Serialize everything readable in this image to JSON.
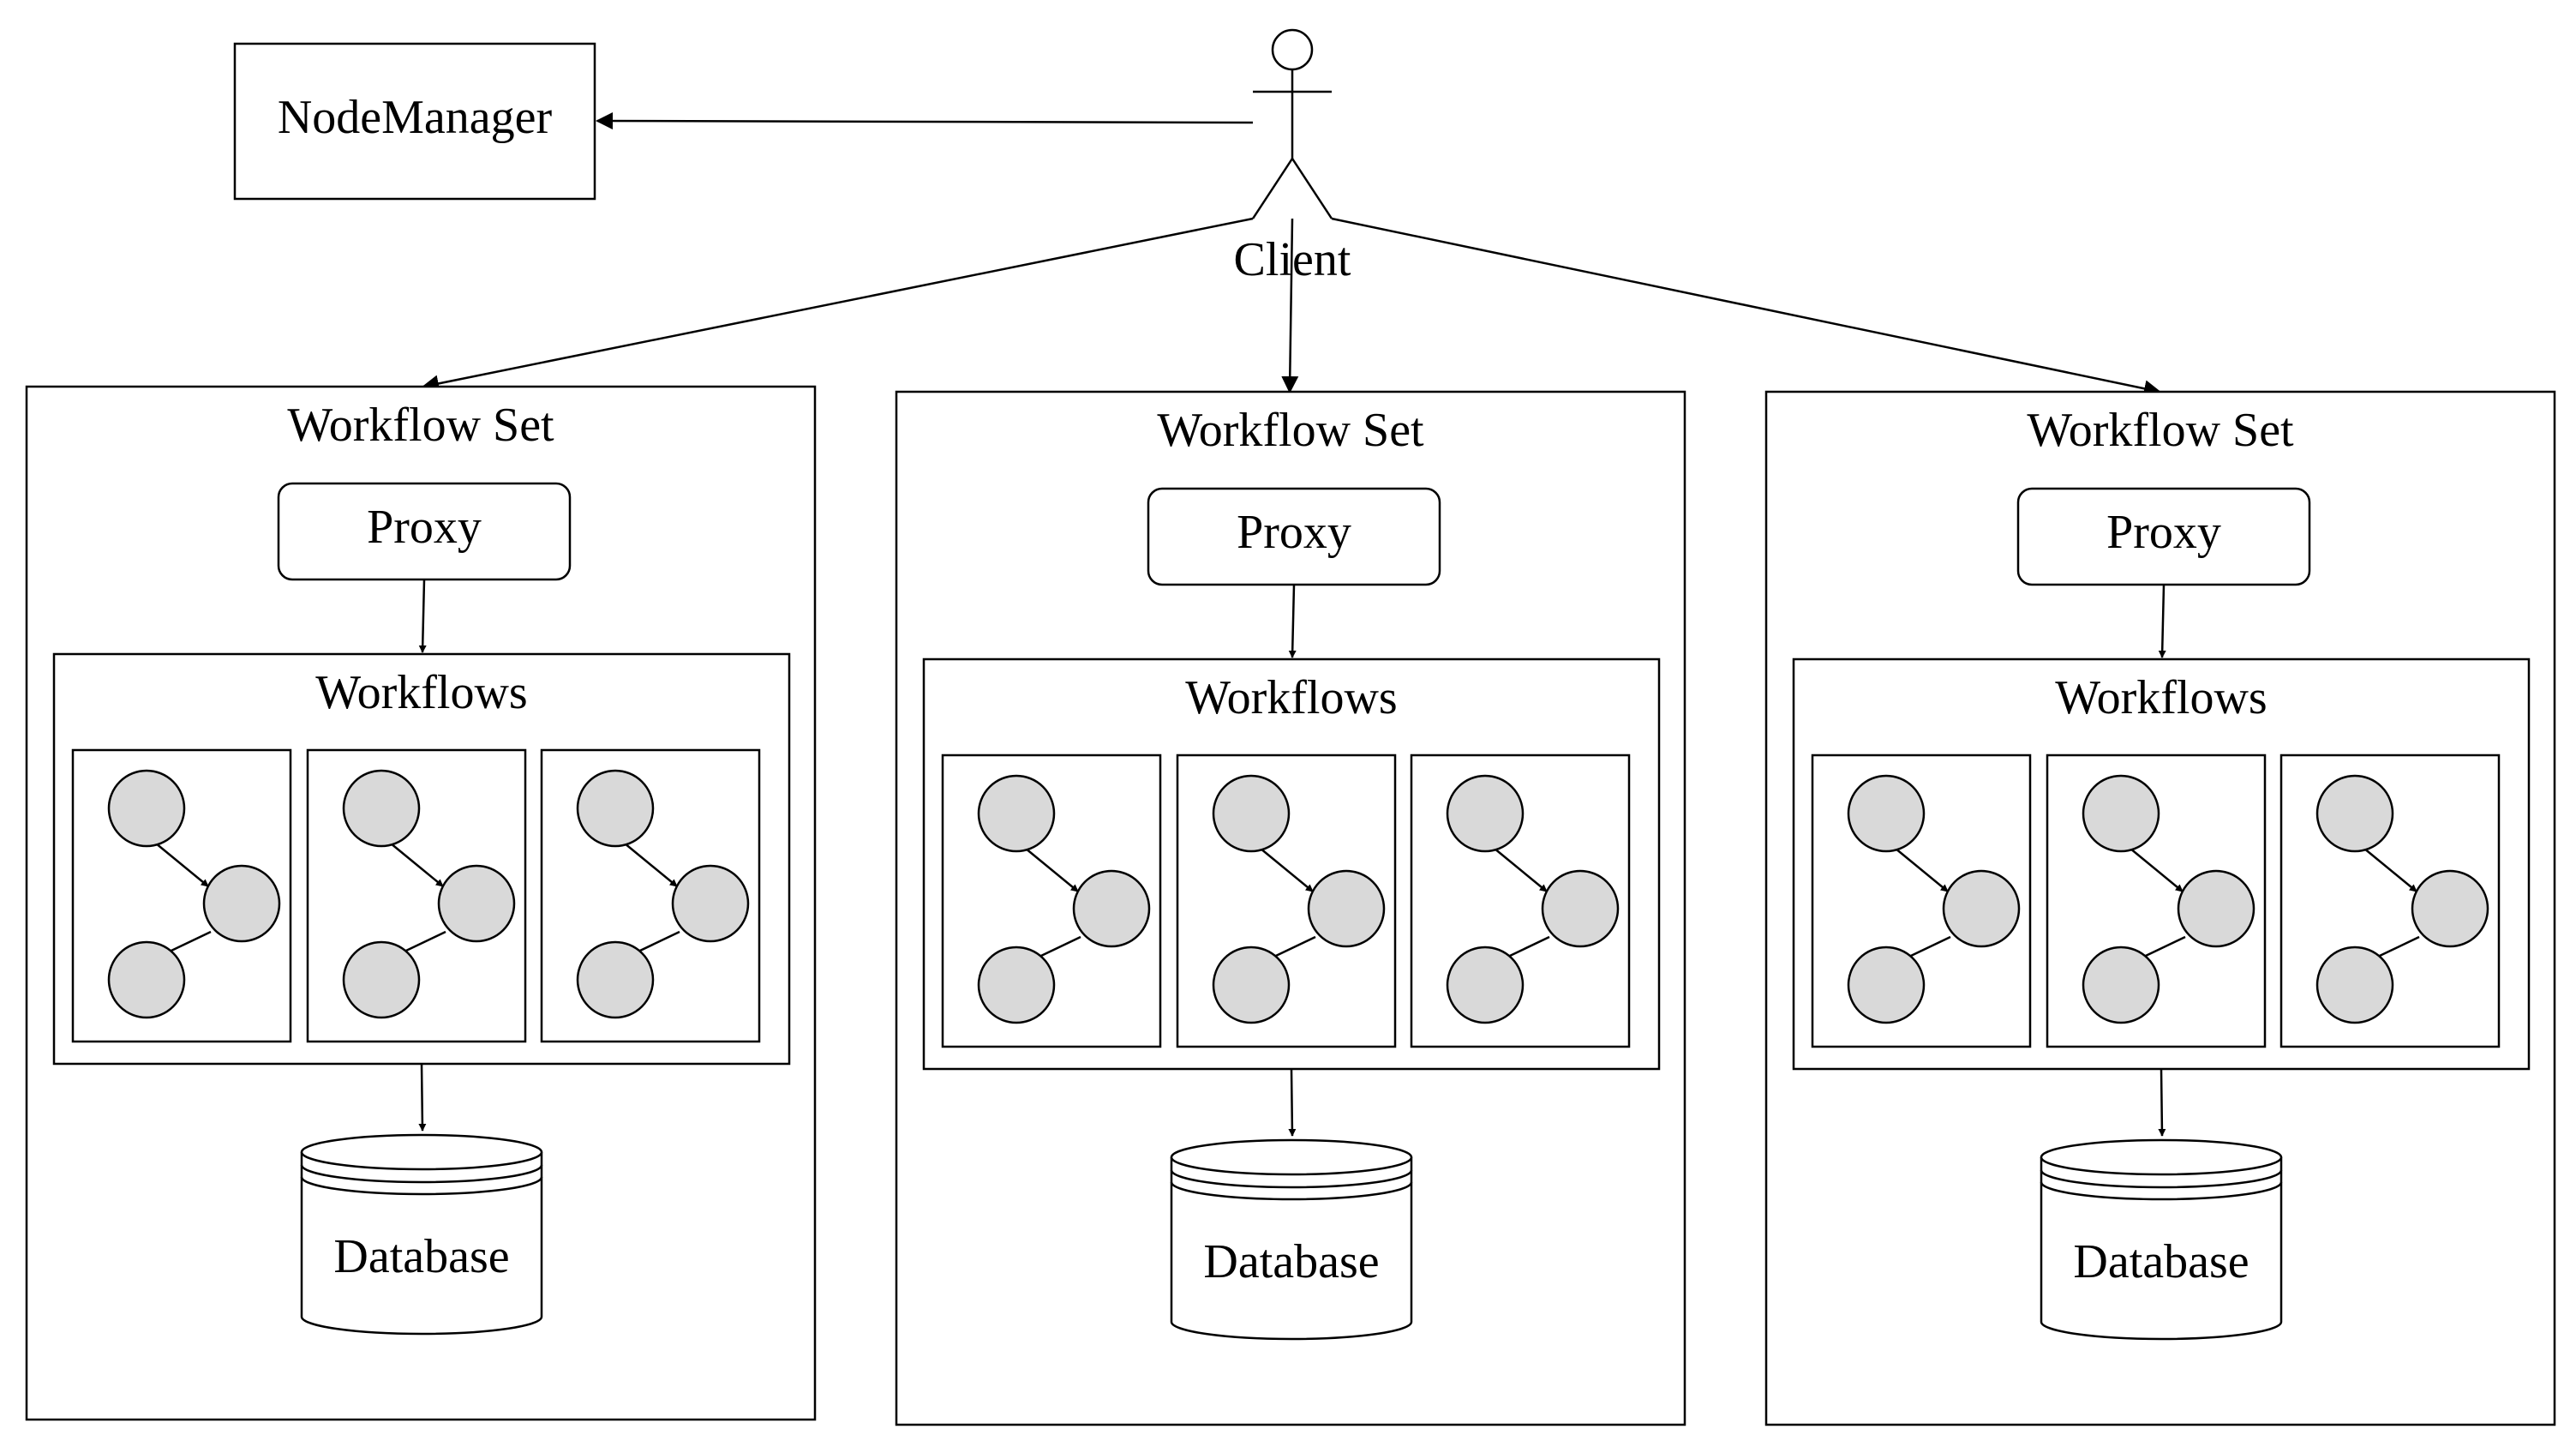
{
  "node_manager": {
    "label": "NodeManager"
  },
  "client": {
    "label": "Client"
  },
  "workflow_sets": [
    {
      "title": "Workflow Set",
      "proxy": "Proxy",
      "workflows": "Workflows",
      "database": "Database"
    },
    {
      "title": "Workflow Set",
      "proxy": "Proxy",
      "workflows": "Workflows",
      "database": "Database"
    },
    {
      "title": "Workflow Set",
      "proxy": "Proxy",
      "workflows": "Workflows",
      "database": "Database"
    }
  ],
  "colors": {
    "node_fill": "#d9d9d9",
    "stroke": "#000000",
    "background": "#ffffff"
  }
}
